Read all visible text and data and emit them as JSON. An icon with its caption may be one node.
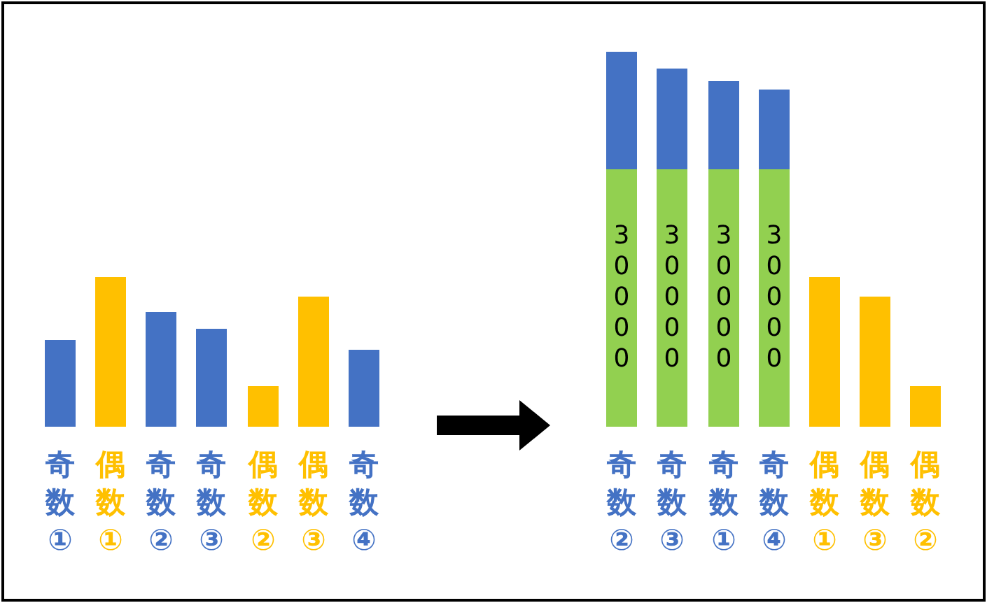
{
  "diagram": {
    "nodes": [
      {
        "text": [
          "奇数①"
        ]
      },
      {
        "text": [
          "偶数①"
        ]
      },
      {
        "text": [
          "奇数②"
        ]
      },
      {
        "text": [
          "奇数③"
        ]
      },
      {
        "text": [
          "偶数②"
        ]
      },
      {
        "text": [
          "偶数③"
        ]
      },
      {
        "text": [
          "奇数④"
        ]
      },
      {
        "text": [
          "30000",
          "奇数②"
        ]
      },
      {
        "text": [
          "30000",
          "奇数③"
        ]
      },
      {
        "text": [
          "30000",
          "奇数①"
        ]
      },
      {
        "text": [
          "30000",
          "奇数④"
        ]
      },
      {
        "text": [
          "偶数①"
        ]
      },
      {
        "text": [
          "偶数③"
        ]
      },
      {
        "text": [
          "偶数②"
        ]
      }
    ],
    "edges": [
      {
        "from": 6,
        "to": 7,
        "arrow": "to"
      }
    ]
  }
}
